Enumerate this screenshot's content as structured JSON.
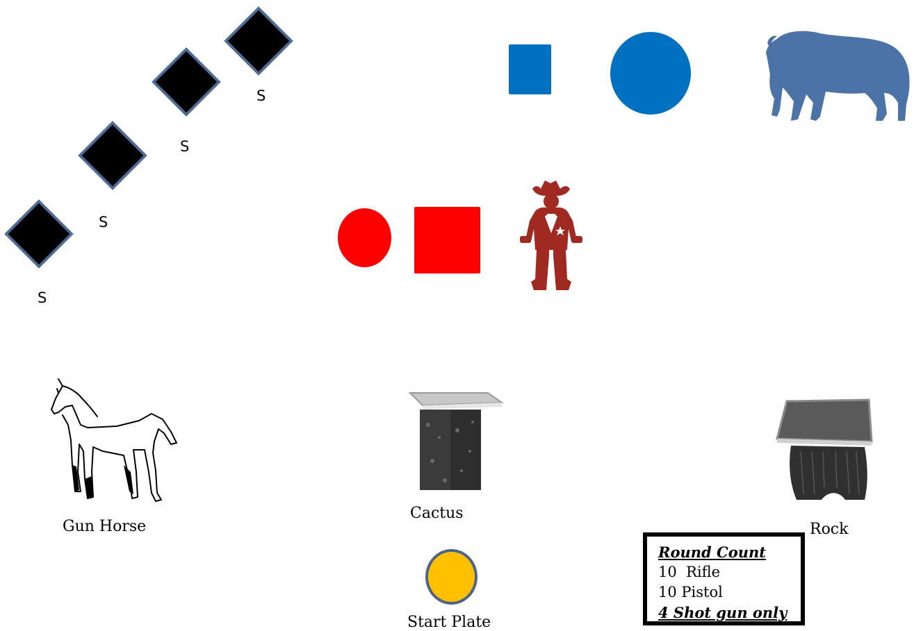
{
  "steel_labels": [
    "S",
    "S",
    "S",
    "S"
  ],
  "props": {
    "horse": "Gun Horse",
    "cactus": "Cactus",
    "rock": "Rock",
    "start": "Start Plate"
  },
  "round_count": {
    "title": "Round Count",
    "rifle": "10  Rifle",
    "pistol": "10 Pistol",
    "shotgun": "4 Shot gun only"
  },
  "colors": {
    "diamond_fill": "#000000",
    "diamond_border": "#4f6c95",
    "blue_target": "#0070c0",
    "red_target": "#ff0000",
    "cowboy": "#a02a22",
    "buffalo": "#4b73a8",
    "start_plate": "#ffc000",
    "start_plate_border": "#4f6387"
  }
}
